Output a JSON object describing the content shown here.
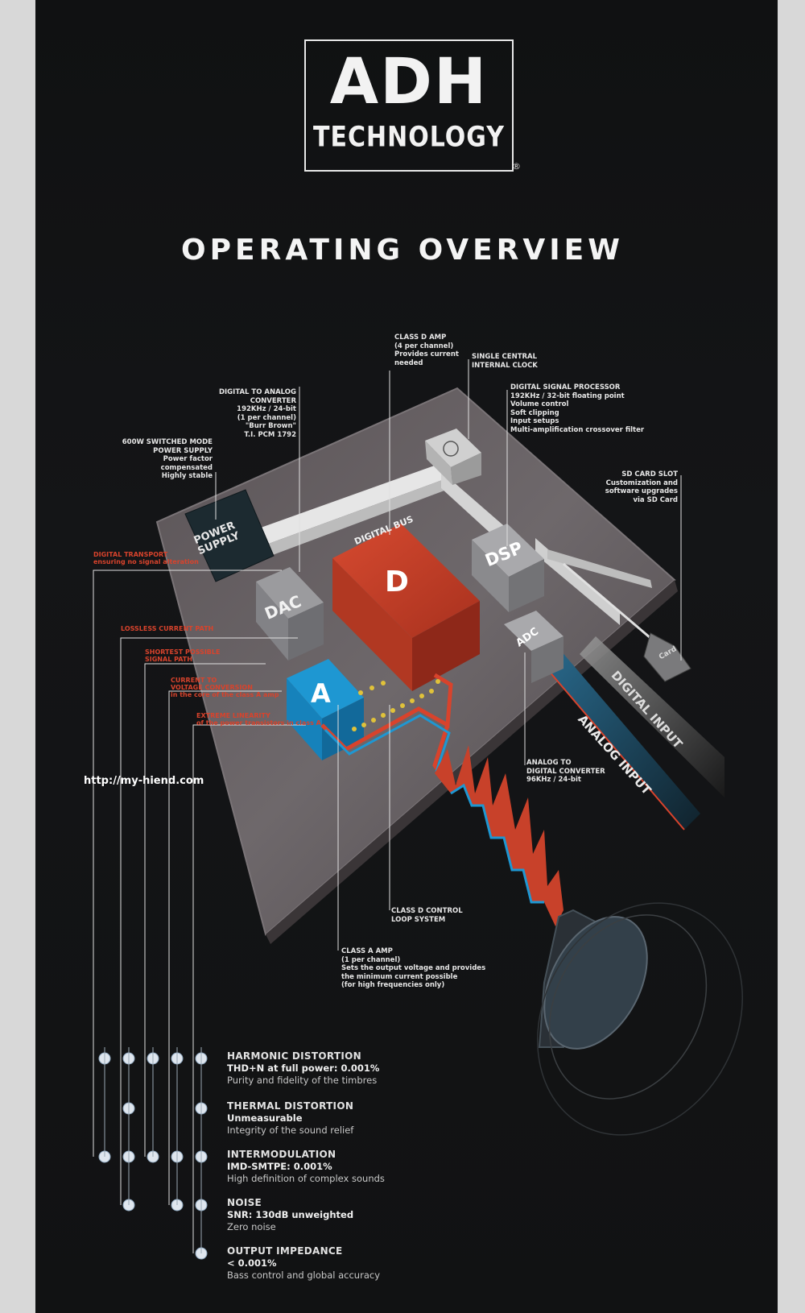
{
  "logo": {
    "main": "ADH",
    "sub": "TECHNOLOGY",
    "mark": "®"
  },
  "heading": "OPERATING OVERVIEW",
  "watermark": "http://my-hiend.com",
  "blocks": {
    "power_supply": "POWER\nSUPPLY",
    "dac": "DAC",
    "d": "D",
    "a": "A",
    "dsp": "DSP",
    "adc": "ADC",
    "card": "Card",
    "digital_bus": "DIGITAL BUS",
    "digital_input": "DIGITAL INPUT",
    "analog_input": "ANALOG INPUT"
  },
  "callouts": {
    "class_d_amp": "CLASS D AMP\n(4 per channel)\nProvides current\nneeded",
    "clock": "SINGLE CENTRAL\nINTERNAL CLOCK",
    "dac": "DIGITAL TO ANALOG CONVERTER\n192KHz / 24-bit\n(1 per channel)\n\"Burr Brown\"\nT.I. PCM 1792",
    "dsp": "DIGITAL SIGNAL PROCESSOR\n192KHz / 32-bit floating point\nVolume control\nSoft clipping\nInput setups\nMulti-amplification crossover filter",
    "power": "600W SWITCHED MODE\nPOWER SUPPLY\nPower factor compensated\nHighly stable",
    "sd_card": "SD CARD SLOT\nCustomization and\nsoftware upgrades\nvia SD Card",
    "adc": "ANALOG TO\nDIGITAL CONVERTER\n96KHz / 24-bit",
    "class_d_loop": "CLASS D CONTROL\nLOOP SYSTEM",
    "class_a_amp": "CLASS A AMP\n(1 per channel)\nSets the output voltage and provides\nthe minimum current possible\n(for high frequencies only)"
  },
  "red_callouts": {
    "transport": "DIGITAL TRANSPORT\nensuring no signal alteration",
    "lossless": "LOSSLESS CURRENT PATH",
    "shortest": "SHORTEST POSSIBLE\nSIGNAL PATH",
    "current_voltage": "CURRENT TO\nVOLTAGE CONVERSION\nin the core of the class A amp",
    "linearity": "EXTREME LINEARITY\nof the power transistors in class A"
  },
  "specs": [
    {
      "title": "HARMONIC DISTORTION",
      "value": "THD+N at full power: 0.001%",
      "desc": "Purity and fidelity of the timbres"
    },
    {
      "title": "THERMAL DISTORTION",
      "value": "Unmeasurable",
      "desc": "Integrity of the sound relief"
    },
    {
      "title": "INTERMODULATION",
      "value": "IMD-SMTPE: 0.001%",
      "desc": "High definition of complex sounds"
    },
    {
      "title": "NOISE",
      "value": "SNR: 130dB unweighted",
      "desc": "Zero noise"
    },
    {
      "title": "OUTPUT IMPEDANCE",
      "value": "< 0.001%",
      "desc": "Bass control and global accuracy"
    }
  ],
  "colors": {
    "red": "#c8412a",
    "blue": "#1a8fc8",
    "board": "#121314",
    "plate": "#6c6669"
  }
}
